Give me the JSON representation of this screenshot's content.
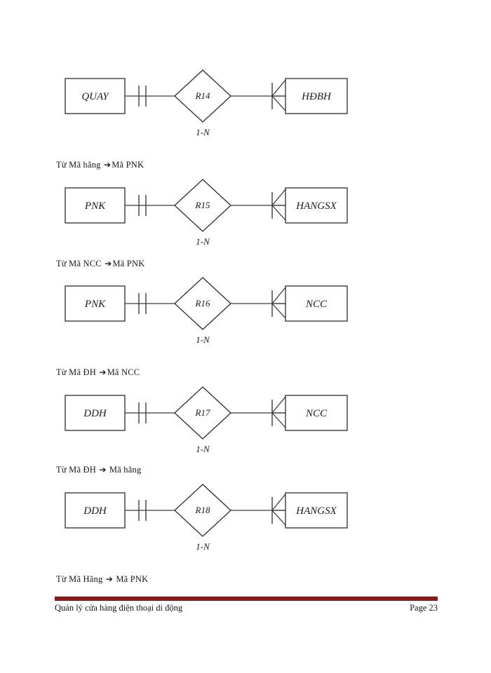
{
  "document": {
    "page_background": "#ffffff",
    "footer": {
      "title": "Quản lý cửa hàng điện thoại di động",
      "page_label": "Page 23",
      "rule_color": "#8a1c1c"
    }
  },
  "diagrams": [
    {
      "id": "r14",
      "left_entity": "QUAY",
      "relationship": "R14",
      "right_entity": "HĐBH",
      "cardinality": "1-N",
      "left_connector": "one-one-double-tick",
      "right_connector": "crows-foot-many"
    },
    {
      "id": "r15",
      "left_entity": "PNK",
      "relationship": "R15",
      "right_entity": "HANGSX",
      "cardinality": "1-N",
      "left_connector": "one-one-double-tick",
      "right_connector": "crows-foot-many"
    },
    {
      "id": "r16",
      "left_entity": "PNK",
      "relationship": "R16",
      "right_entity": "NCC",
      "cardinality": "1-N",
      "left_connector": "one-one-double-tick",
      "right_connector": "crows-foot-many"
    },
    {
      "id": "r17",
      "left_entity": "DDH",
      "relationship": "R17",
      "right_entity": "NCC",
      "cardinality": "1-N",
      "left_connector": "one-one-double-tick",
      "right_connector": "crows-foot-many"
    },
    {
      "id": "r18",
      "left_entity": "DDH",
      "relationship": "R18",
      "right_entity": "HANGSX",
      "cardinality": "1-N",
      "left_connector": "one-one-double-tick",
      "right_connector": "crows-foot-many"
    }
  ],
  "captions": [
    {
      "id": "c1",
      "before": "Từ Mã hãng ",
      "arrow": "➔",
      "after": "Mã PNK"
    },
    {
      "id": "c2",
      "before": "Từ Mã NCC ",
      "arrow": "➔",
      "after": "Mã PNK"
    },
    {
      "id": "c3",
      "before": "Từ Mã ĐH ",
      "arrow": "➔",
      "after": "Mã NCC"
    },
    {
      "id": "c4",
      "before": "Từ Mã ĐH  ",
      "arrow": "➔",
      "after": " Mã hãng"
    },
    {
      "id": "c5",
      "before": "Từ Mã Hãng  ",
      "arrow": "➔",
      "after": " Mã PNK"
    }
  ]
}
